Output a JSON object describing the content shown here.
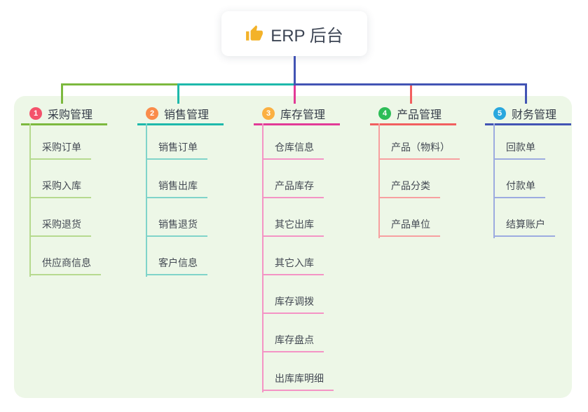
{
  "root": {
    "icon": "thumbs-up",
    "label": "ERP 后台"
  },
  "branches": [
    {
      "badge": "1",
      "title": "采购管理",
      "badge_color": "#f4526b",
      "line_color": "#7cb93e",
      "child_line_color": "#b6da8f",
      "children": [
        "采购订单",
        "采购入库",
        "采购退货",
        "供应商信息"
      ]
    },
    {
      "badge": "2",
      "title": "销售管理",
      "badge_color": "#fa8c4b",
      "line_color": "#1eb9ab",
      "child_line_color": "#80d4ca",
      "children": [
        "销售订单",
        "销售出库",
        "销售退货",
        "客户信息"
      ]
    },
    {
      "badge": "3",
      "title": "库存管理",
      "badge_color": "#fbb042",
      "line_color": "#e23a97",
      "child_line_color": "#f494c5",
      "children": [
        "仓库信息",
        "产品库存",
        "其它出库",
        "其它入库",
        "库存调拨",
        "库存盘点",
        "出库库明细"
      ]
    },
    {
      "badge": "4",
      "title": "产品管理",
      "badge_color": "#2dbd57",
      "line_color": "#f25f5f",
      "child_line_color": "#f7a0a0",
      "children": [
        "产品（物料）",
        "产品分类",
        "产品单位"
      ]
    },
    {
      "badge": "5",
      "title": "财务管理",
      "badge_color": "#29a7de",
      "line_color": "#4254b4",
      "child_line_color": "#9cabe0",
      "children": [
        "回款单",
        "付款单",
        "结算账户"
      ]
    }
  ],
  "canvas": {
    "background": "#ffffff",
    "panel_background": "#edf7e7",
    "root_connector_color": "#4254b4",
    "icon_color": "#f3b229"
  }
}
